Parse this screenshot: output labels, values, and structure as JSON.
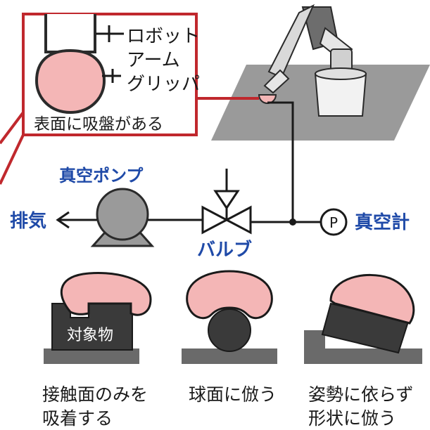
{
  "gripper_callout": {
    "label_robot_arm_line1": "ロボット",
    "label_robot_arm_line2": "アーム",
    "label_gripper": "グリッパ",
    "caption": "表面に吸盤がある"
  },
  "system": {
    "vacuum_pump": "真空ポンプ",
    "exhaust": "排気",
    "valve": "バルブ",
    "gauge": "真空計",
    "gauge_symbol": "P"
  },
  "examples": [
    {
      "object_label": "対象物",
      "caption_line1": "接触面のみを",
      "caption_line2": "吸着する"
    },
    {
      "caption_line1": "球面に倣う",
      "caption_line2": ""
    },
    {
      "caption_line1": "姿勢に依らず",
      "caption_line2": "形状に倣う"
    }
  ],
  "colors": {
    "gripper_pink": "#f4b6b6",
    "callout_red": "#c0282d",
    "label_blue": "#1f4aa8",
    "object_dark": "#3a3a3a",
    "ground_gray": "#6a6a6a",
    "pump_gray": "#9a9a9a"
  }
}
